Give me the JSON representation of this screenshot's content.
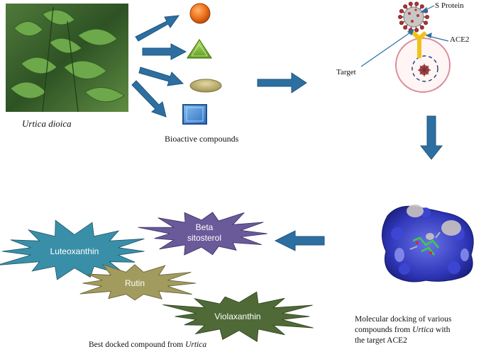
{
  "plant": {
    "name": "Urtica dioica"
  },
  "compounds_label": "Bioactive compounds",
  "virus": {
    "s_protein_label": "S Protein",
    "ace2_label": "ACE2",
    "target_label": "Target"
  },
  "docking_caption": {
    "line1": "Molecular docking  of various",
    "line2_prefix": "compounds from ",
    "line2_italic": "Urtica",
    "line2_suffix": " with",
    "line3": "the target ACE2"
  },
  "best_caption": {
    "prefix": "Best docked compound from ",
    "italic": "Urtica"
  },
  "best_compounds": {
    "beta_line1": "Beta",
    "beta_line2": "sitosterol",
    "luteoxanthin": "Luteoxanthin",
    "rutin": "Rutin",
    "violaxanthin": "Violaxanthin"
  },
  "colors": {
    "arrow": "#2d6fa0",
    "arrow_stroke": "#1f5680",
    "circle_orange": "#f0721c",
    "triangle_green": "#7ab82f",
    "ellipse_olive": "#b7a96a",
    "square_blue": "#3f86d4",
    "star_teal": "#3a8fa8",
    "star_purple": "#6a5a9a",
    "star_olive": "#a29b5e",
    "star_darkgreen": "#4f6a36",
    "virus_red": "#b03a3a",
    "ace2_yellow": "#f2c21a",
    "cell_pink": "#d98e9a",
    "protein_blue": "#2f36b8"
  },
  "icons": [
    "plant-photo",
    "orange-circle-icon",
    "green-triangle-icon",
    "olive-ellipse-icon",
    "blue-square-icon",
    "virus-icon",
    "protein-structure"
  ]
}
